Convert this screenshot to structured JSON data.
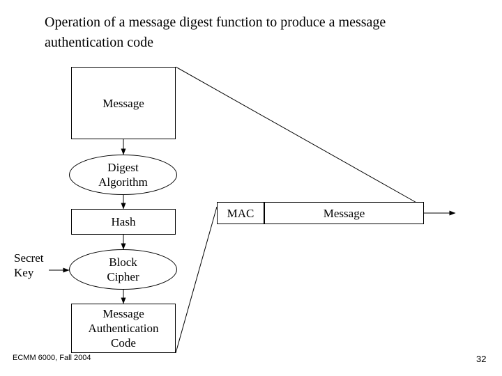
{
  "slide": {
    "title": "Operation of a message digest function to produce a message authentication code",
    "footer_left": "ECMM 6000, Fall 2004",
    "page_number": "32",
    "line_color": "#000000",
    "background": "#ffffff"
  },
  "nodes": {
    "message_box": "Message",
    "digest_algorithm": "Digest\nAlgorithm",
    "digest_algorithm_line1": "Digest",
    "digest_algorithm_line2": "Algorithm",
    "hash": "Hash",
    "secret_key_line1": "Secret",
    "secret_key_line2": "Key",
    "block_cipher_line1": "Block",
    "block_cipher_line2": "Cipher",
    "mac_full_line1": "Message",
    "mac_full_line2": "Authentication",
    "mac_full_line3": "Code",
    "mac_label": "MAC",
    "message_label": "Message"
  }
}
